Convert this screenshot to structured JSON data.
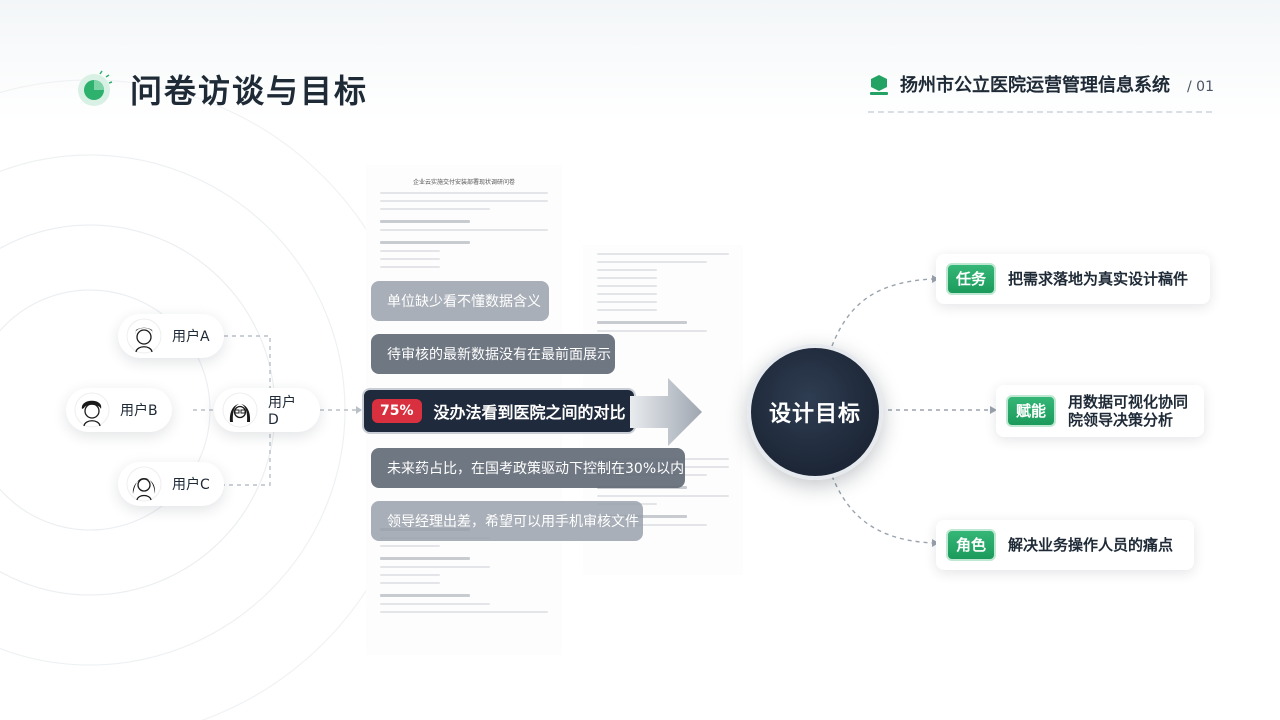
{
  "header": {
    "title": "问卷访谈与目标",
    "system_name": "扬州市公立医院运营管理信息系统",
    "page_number": "/ 01"
  },
  "users": [
    {
      "label": "用户A"
    },
    {
      "label": "用户B"
    },
    {
      "label": "用户C"
    },
    {
      "label": "用户D"
    }
  ],
  "questionnaire": {
    "title": "企业云实施交付安装部署现状调研问卷"
  },
  "pain_points": [
    {
      "text": "单位缺少看不懂数据含义"
    },
    {
      "text": "待审核的最新数据没有在最前面展示"
    },
    {
      "text": "没办法看到医院之间的对比",
      "percent": "75%"
    },
    {
      "text": "未来药占比，在国考政策驱动下控制在30%以内"
    },
    {
      "text": "领导经理出差，希望可以用手机审核文件"
    }
  ],
  "center": {
    "title": "设计目标"
  },
  "goals": [
    {
      "tag": "任务",
      "text": "把需求落地为真实设计稿件"
    },
    {
      "tag": "赋能",
      "text": "用数据可视化协同院领导决策分析"
    },
    {
      "tag": "角色",
      "text": "解决业务操作人员的痛点"
    }
  ],
  "colors": {
    "accent_green": "#22a263",
    "dark_navy": "#1f2a3c",
    "alert_red": "#d9303f"
  }
}
